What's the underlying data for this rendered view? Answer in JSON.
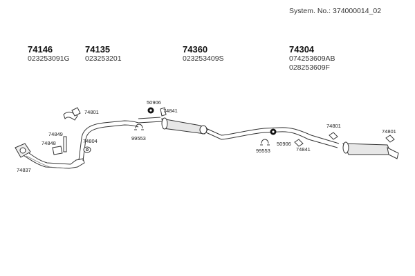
{
  "header": {
    "system_number": "System. No.: 374000014_02"
  },
  "parts": [
    {
      "number": "74146",
      "refs": [
        "023253091G"
      ]
    },
    {
      "number": "74135",
      "refs": [
        "023253201"
      ]
    },
    {
      "number": "74360",
      "refs": [
        "023253409S"
      ]
    },
    {
      "number": "74304",
      "refs": [
        "074253609AB",
        "028253609F"
      ]
    }
  ],
  "callouts": {
    "c74801a": "74801",
    "c50906a": "50906",
    "c74841a": "74841",
    "c74849": "74849",
    "c74848": "74848",
    "c74804": "74804",
    "c74837": "74837",
    "c99553a": "99553",
    "c99553b": "99553",
    "c50906b": "50906",
    "c74841b": "74841",
    "c74801b": "74801",
    "c74801c": "74801"
  }
}
